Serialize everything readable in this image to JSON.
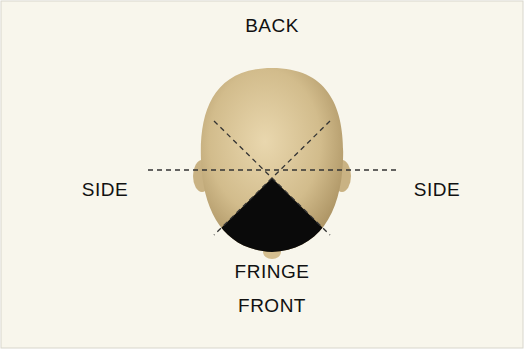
{
  "diagram": {
    "labels": [
      "BACK",
      "SIDE",
      "SIDE",
      "FRINGE",
      "FRONT"
    ]
  }
}
